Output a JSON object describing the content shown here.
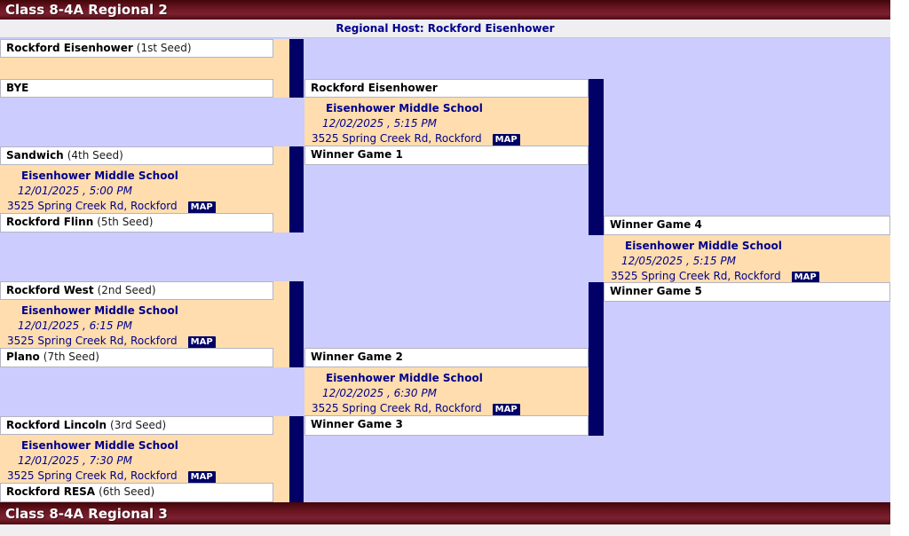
{
  "header": {
    "title": "Class 8-4A Regional 2"
  },
  "footer": {
    "title": "Class 8-4A Regional 3"
  },
  "host_bar": {
    "text": "Regional Host: Rockford Eisenhower"
  },
  "map_label": "MAP",
  "colors": {
    "maroon_bar": "#6e1724",
    "lavender_bg": "#ccccff",
    "peach_game": "#ffddae",
    "navy_connector": "#000066",
    "info_text": "#00008b",
    "host_bg": "#efeff2"
  },
  "games": {
    "g1": {
      "team1": "Rockford Eisenhower",
      "seed1": "(1st Seed)",
      "team2": "BYE",
      "seed2": ""
    },
    "g2": {
      "team1": "Sandwich",
      "seed1": "(4th Seed)",
      "team2": "Rockford Flinn",
      "seed2": "(5th Seed)",
      "venue": "Eisenhower Middle School",
      "datetime": "12/01/2025 , 5:00 PM",
      "address": "3525 Spring Creek Rd, Rockford"
    },
    "g3": {
      "team1": "Rockford West",
      "seed1": "(2nd Seed)",
      "team2": "Plano",
      "seed2": "(7th Seed)",
      "venue": "Eisenhower Middle School",
      "datetime": "12/01/2025 , 6:15 PM",
      "address": "3525 Spring Creek Rd, Rockford"
    },
    "g4": {
      "team1": "Rockford Lincoln",
      "seed1": "(3rd Seed)",
      "team2": "Rockford RESA",
      "seed2": "(6th Seed)",
      "venue": "Eisenhower Middle School",
      "datetime": "12/01/2025 , 7:30 PM",
      "address": "3525 Spring Creek Rd, Rockford"
    },
    "g5": {
      "team1": "Rockford Eisenhower",
      "team2": "Winner Game 1",
      "venue": "Eisenhower Middle School",
      "datetime": "12/02/2025 , 5:15 PM",
      "address": "3525 Spring Creek Rd, Rockford"
    },
    "g6": {
      "team1": "Winner Game 2",
      "team2": "Winner Game 3",
      "venue": "Eisenhower Middle School",
      "datetime": "12/02/2025 , 6:30 PM",
      "address": "3525 Spring Creek Rd, Rockford"
    },
    "g7": {
      "team1": "Winner Game 4",
      "team2": "Winner Game 5",
      "venue": "Eisenhower Middle School",
      "datetime": "12/05/2025 , 5:15 PM",
      "address": "3525 Spring Creek Rd, Rockford"
    }
  }
}
